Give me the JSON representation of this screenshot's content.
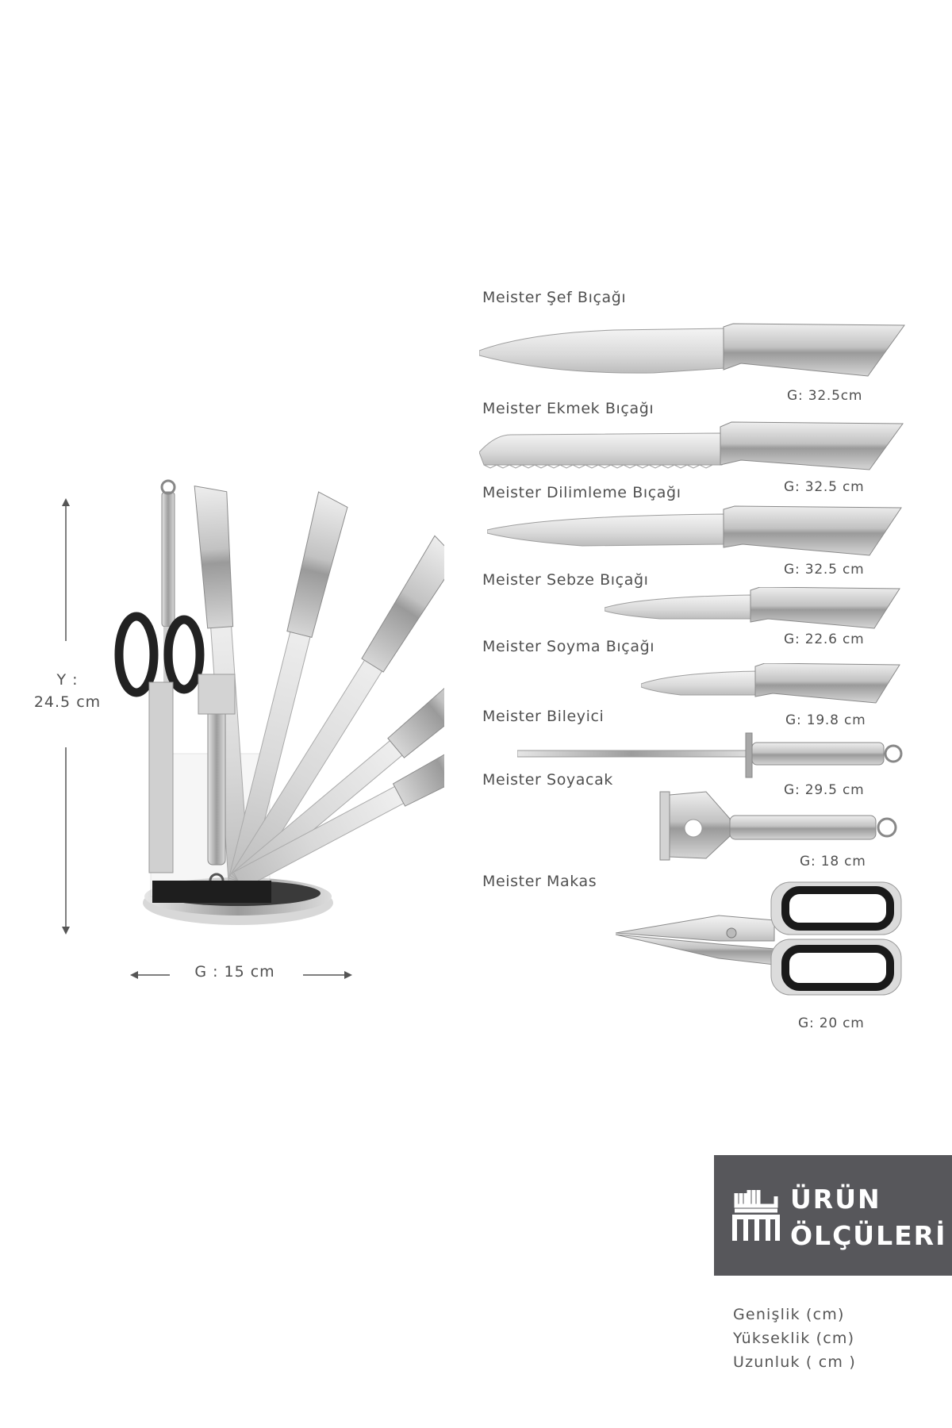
{
  "product": {
    "items": [
      {
        "name": "Meister Şef Bıçağı",
        "dim": "G:  32.5cm"
      },
      {
        "name": "Meister Ekmek Bıçağı",
        "dim": "G:  32.5 cm"
      },
      {
        "name": "Meister Dilimleme Bıçağı",
        "dim": "G:  32.5 cm"
      },
      {
        "name": "Meister Sebze Bıçağı",
        "dim": "G:  22.6 cm"
      },
      {
        "name": "Meister Soyma Bıçağı",
        "dim": "G:  19.8 cm"
      },
      {
        "name": "Meister Bileyici",
        "dim": "G:  29.5 cm"
      },
      {
        "name": "Meister Soyacak",
        "dim": "G:  18 cm"
      },
      {
        "name": "Meister Makas",
        "dim": "G:  20 cm"
      }
    ],
    "stand": {
      "height_label": "Y :",
      "height_value": "24.5 cm",
      "width_label": "G : 15 cm"
    }
  },
  "badge": {
    "line1": "ÜRÜN",
    "line2": "ÖLÇÜLERİ",
    "logo_icon": "brand-logo-icon"
  },
  "legend": {
    "width": "Genişlik (cm)",
    "height": "Yükseklik (cm)",
    "length": "Uzunluk ( cm )"
  },
  "colors": {
    "badge_bg": "#57575b",
    "steel": "#b5b5b5",
    "text": "#505050"
  }
}
